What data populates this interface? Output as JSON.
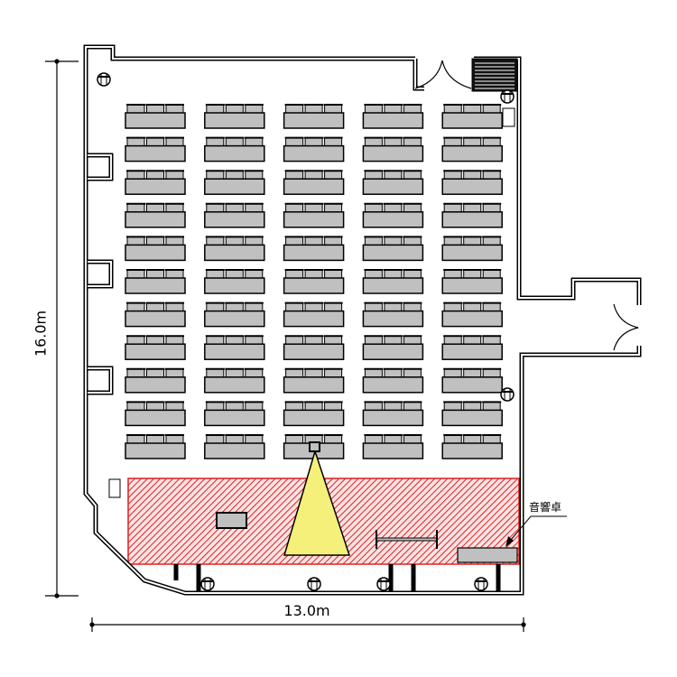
{
  "dimensions": {
    "width_label": "13.0m",
    "depth_label": "16.0m"
  },
  "labels": {
    "sound_desk": "音響卓"
  },
  "layout": {
    "table_rows": 11,
    "table_columns": 5,
    "chairs_per_table": 3
  },
  "colors": {
    "stage_hatch": "#e02020",
    "table_fill": "#c0c0c0",
    "projection_beam": "#f5f07a",
    "wall": "#000000"
  },
  "icons": [
    "projector-icon",
    "speaker-icon",
    "outlet-icon",
    "door-icon",
    "stairs-icon",
    "screen-icon"
  ]
}
